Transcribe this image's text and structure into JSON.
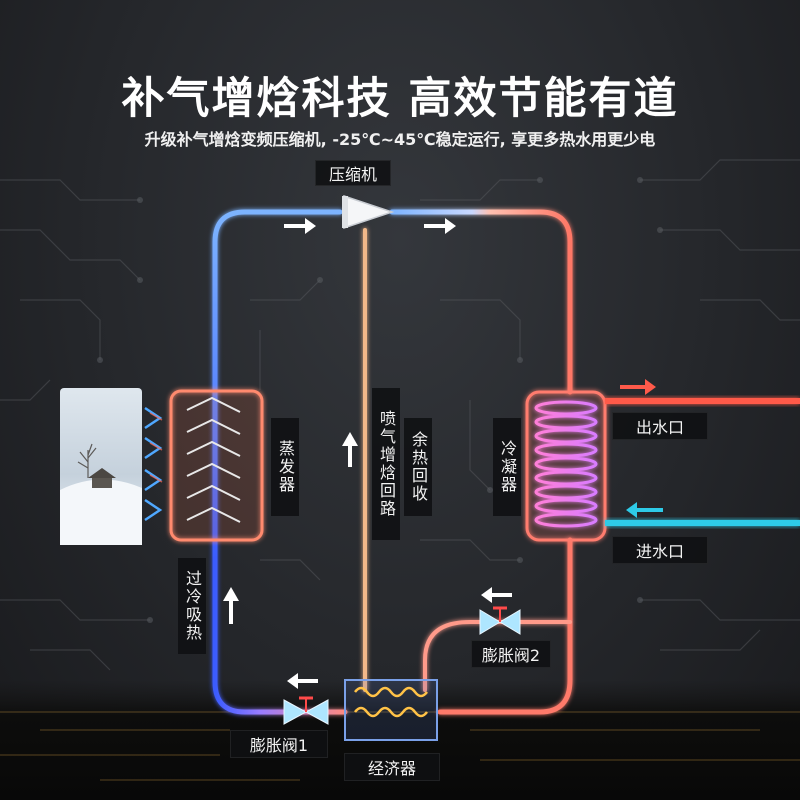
{
  "header": {
    "title": "补气增焓科技 高效节能有道",
    "subtitle": "升级补气增焓变频压缩机, -25℃~45℃稳定运行, 享更多热水用更少电"
  },
  "labels": {
    "compressor": "压缩机",
    "evaporator": "蒸发器",
    "condenser": "冷凝器",
    "water_out": "出水口",
    "water_in": "进水口",
    "expansion_valve_1": "膨胀阀1",
    "expansion_valve_2": "膨胀阀2",
    "economizer": "经济器",
    "supercool_absorb": "过冷吸热",
    "injection_loop": "喷气增焓回路",
    "waste_heat_recovery": "余热回收"
  },
  "colors": {
    "hot": "#ff6a55",
    "cold": "#4a8cff",
    "warm": "#f0b884",
    "water_out": "#ff5a4a",
    "water_in": "#2ecbe8"
  },
  "icons": {
    "flow_arrow": "arrow-icon",
    "compressor": "compressor-icon",
    "valve": "valve-icon",
    "snow_scene": "winter-scene-image"
  }
}
